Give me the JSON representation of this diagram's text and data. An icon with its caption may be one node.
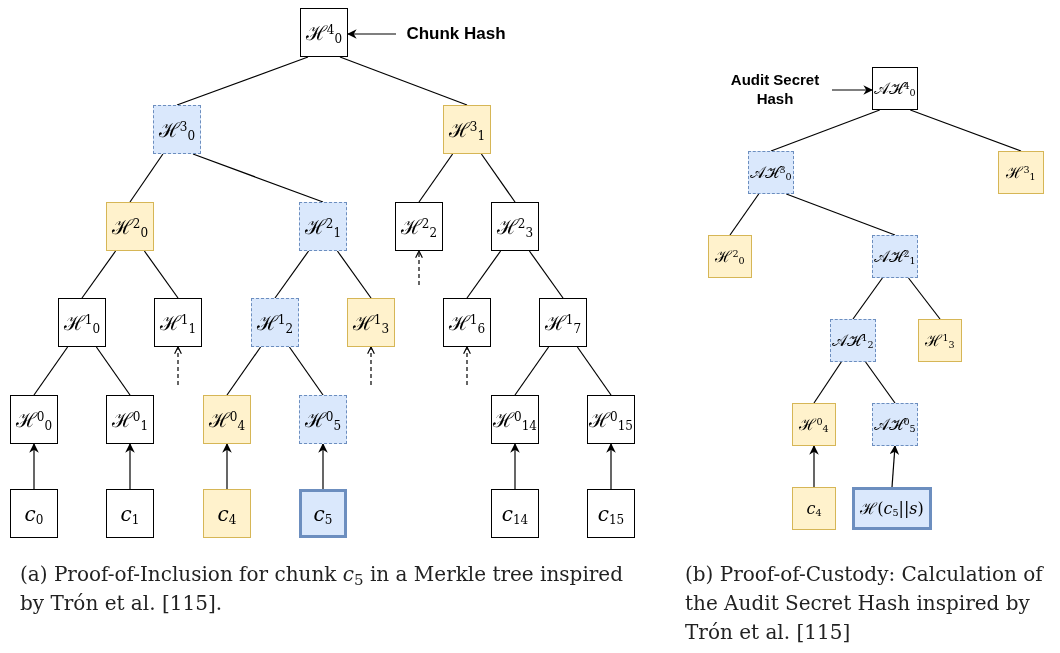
{
  "diagram": {
    "nodes": [
      {
        "text": [
          "ℋ$^{4}$$_{0}$"
        ]
      },
      {
        "text": [
          "Chunk Hash"
        ]
      },
      {
        "text": [
          "ℋ$^{3}$$_{0}$"
        ]
      },
      {
        "text": [
          "ℋ$^{3}$$_{1}$"
        ]
      },
      {
        "text": [
          "ℋ$^{2}$$_{0}$"
        ]
      },
      {
        "text": [
          "ℋ$^{2}$$_{1}$"
        ]
      },
      {
        "text": [
          "ℋ$^{2}$$_{2}$"
        ]
      },
      {
        "text": [
          "ℋ$^{2}$$_{3}$"
        ]
      },
      {
        "text": [
          "ℋ$^{1}$$_{0}$"
        ]
      },
      {
        "text": [
          "ℋ$^{1}$$_{1}$"
        ]
      },
      {
        "text": [
          "ℋ$^{1}$$_{2}$"
        ]
      },
      {
        "text": [
          "ℋ$^{1}$$_{3}$"
        ]
      },
      {
        "text": [
          "ℋ$^{1}$$_{6}$"
        ]
      },
      {
        "text": [
          "ℋ$^{1}$$_{7}$"
        ]
      },
      {
        "text": [
          "ℋ$^{0}$$_{0}$"
        ]
      },
      {
        "text": [
          "ℋ$^{0}$$_{1}$"
        ]
      },
      {
        "text": [
          "ℋ$^{0}$$_{4}$"
        ]
      },
      {
        "text": [
          "ℋ$^{0}$$_{5}$"
        ]
      },
      {
        "text": [
          "ℋ$^{0}$$_{14}$"
        ]
      },
      {
        "text": [
          "ℋ$^{0}$$_{15}$"
        ]
      },
      {
        "text": [
          "*c*$_{0}$"
        ]
      },
      {
        "text": [
          "*c*$_{1}$"
        ]
      },
      {
        "text": [
          "*c*$_{4}$"
        ]
      },
      {
        "text": [
          "*c*$_{5}$"
        ]
      },
      {
        "text": [
          "*c*$_{14}$"
        ]
      },
      {
        "text": [
          "*c*$_{15}$"
        ]
      },
      {
        "text": [
          "Audit Secret Hash"
        ]
      },
      {
        "text": [
          "𝒜ℋ$^{4}$$_{0}$"
        ]
      },
      {
        "text": [
          "𝒜ℋ$^{3}$$_{0}$"
        ]
      },
      {
        "text": [
          "ℋ$^{3}$$_{1}$"
        ]
      },
      {
        "text": [
          "ℋ$^{2}$$_{0}$"
        ]
      },
      {
        "text": [
          "𝒜ℋ$^{2}$$_{1}$"
        ]
      },
      {
        "text": [
          "𝒜ℋ$^{1}$$_{2}$"
        ]
      },
      {
        "text": [
          "ℋ$^{1}$$_{3}$"
        ]
      },
      {
        "text": [
          "ℋ$^{0}$$_{4}$"
        ]
      },
      {
        "text": [
          "𝒜ℋ$^{0}$$_{5}$"
        ]
      },
      {
        "text": [
          "*c*$_{4}$"
        ]
      },
      {
        "text": [
          "ℋ(*c*$_{5}$||*s*)"
        ]
      }
    ],
    "edges": [
      {
        "from": 1,
        "to": 0,
        "arrow": "to"
      },
      {
        "from": 0,
        "to": 2,
        "arrow": "none"
      },
      {
        "from": 0,
        "to": 3,
        "arrow": "none"
      },
      {
        "from": 2,
        "to": 4,
        "arrow": "none"
      },
      {
        "from": 2,
        "to": 5,
        "arrow": "none"
      },
      {
        "from": 3,
        "to": 6,
        "arrow": "none"
      },
      {
        "from": 3,
        "to": 7,
        "arrow": "none"
      },
      {
        "from": 4,
        "to": 8,
        "arrow": "none"
      },
      {
        "from": 4,
        "to": 9,
        "arrow": "none"
      },
      {
        "from": 5,
        "to": 10,
        "arrow": "none"
      },
      {
        "from": 5,
        "to": 11,
        "arrow": "none"
      },
      {
        "from": 7,
        "to": 12,
        "arrow": "none"
      },
      {
        "from": 7,
        "to": 13,
        "arrow": "none"
      },
      {
        "from": 8,
        "to": 14,
        "arrow": "none"
      },
      {
        "from": 8,
        "to": 15,
        "arrow": "none"
      },
      {
        "from": 10,
        "to": 16,
        "arrow": "none"
      },
      {
        "from": 10,
        "to": 17,
        "arrow": "none"
      },
      {
        "from": 13,
        "to": 18,
        "arrow": "none"
      },
      {
        "from": 13,
        "to": 19,
        "arrow": "none"
      },
      {
        "from": 20,
        "to": 14,
        "arrow": "to"
      },
      {
        "from": 21,
        "to": 15,
        "arrow": "to"
      },
      {
        "from": 22,
        "to": 16,
        "arrow": "to"
      },
      {
        "from": 23,
        "to": 17,
        "arrow": "to"
      },
      {
        "from": 24,
        "to": 18,
        "arrow": "to"
      },
      {
        "from": 25,
        "to": 19,
        "arrow": "to"
      },
      {
        "from": null,
        "to": 6,
        "arrow": "to",
        "style": "dashed"
      },
      {
        "from": null,
        "to": 9,
        "arrow": "to",
        "style": "dashed"
      },
      {
        "from": null,
        "to": 11,
        "arrow": "to",
        "style": "dashed"
      },
      {
        "from": null,
        "to": 12,
        "arrow": "to",
        "style": "dashed"
      },
      {
        "from": 26,
        "to": 27,
        "arrow": "to"
      },
      {
        "from": 27,
        "to": 28,
        "arrow": "none"
      },
      {
        "from": 27,
        "to": 29,
        "arrow": "none"
      },
      {
        "from": 28,
        "to": 30,
        "arrow": "none"
      },
      {
        "from": 28,
        "to": 31,
        "arrow": "none"
      },
      {
        "from": 31,
        "to": 32,
        "arrow": "none"
      },
      {
        "from": 31,
        "to": 33,
        "arrow": "none"
      },
      {
        "from": 32,
        "to": 34,
        "arrow": "none"
      },
      {
        "from": 32,
        "to": 35,
        "arrow": "none"
      },
      {
        "from": 36,
        "to": 34,
        "arrow": "to"
      },
      {
        "from": 37,
        "to": 35,
        "arrow": "to"
      }
    ],
    "labels": [
      "(a) Proof-of-Inclusion for chunk *c*$_{5}$ in a Merkle tree inspired by Trón et al. [115].",
      "(b) Proof-of-Custody: Calculation of the Audit Secret Hash inspired by Trón et al. [115]"
    ]
  }
}
